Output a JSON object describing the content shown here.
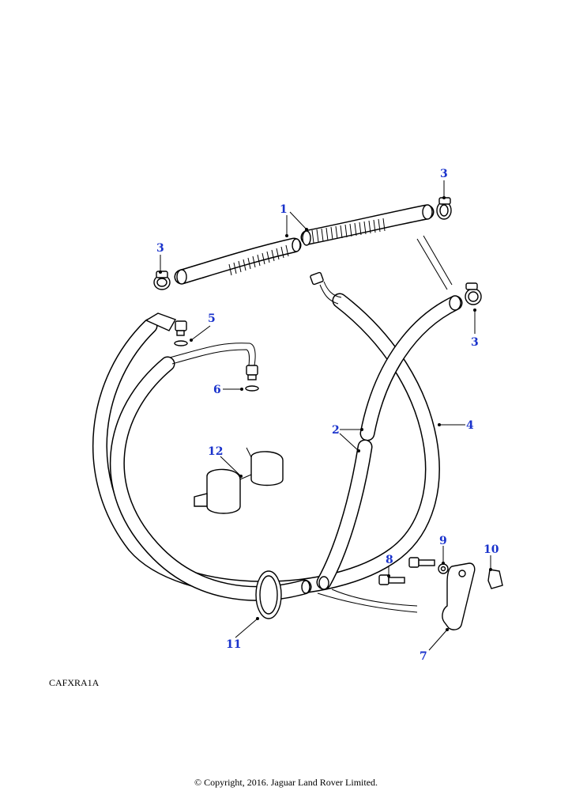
{
  "diagram": {
    "callouts": [
      {
        "id": "c1",
        "label": "1"
      },
      {
        "id": "c2",
        "label": "2"
      },
      {
        "id": "c3a",
        "label": "3"
      },
      {
        "id": "c3b",
        "label": "3"
      },
      {
        "id": "c3c",
        "label": "3"
      },
      {
        "id": "c4",
        "label": "4"
      },
      {
        "id": "c5",
        "label": "5"
      },
      {
        "id": "c6",
        "label": "6"
      },
      {
        "id": "c7",
        "label": "7"
      },
      {
        "id": "c8",
        "label": "8"
      },
      {
        "id": "c9",
        "label": "9"
      },
      {
        "id": "c10",
        "label": "10"
      },
      {
        "id": "c11",
        "label": "11"
      },
      {
        "id": "c12",
        "label": "12"
      }
    ],
    "reference_code": "CAFXRA1A",
    "copyright": "© Copyright, 2016. Jaguar Land Rover Limited.",
    "callout_color": "#1a33cc"
  }
}
